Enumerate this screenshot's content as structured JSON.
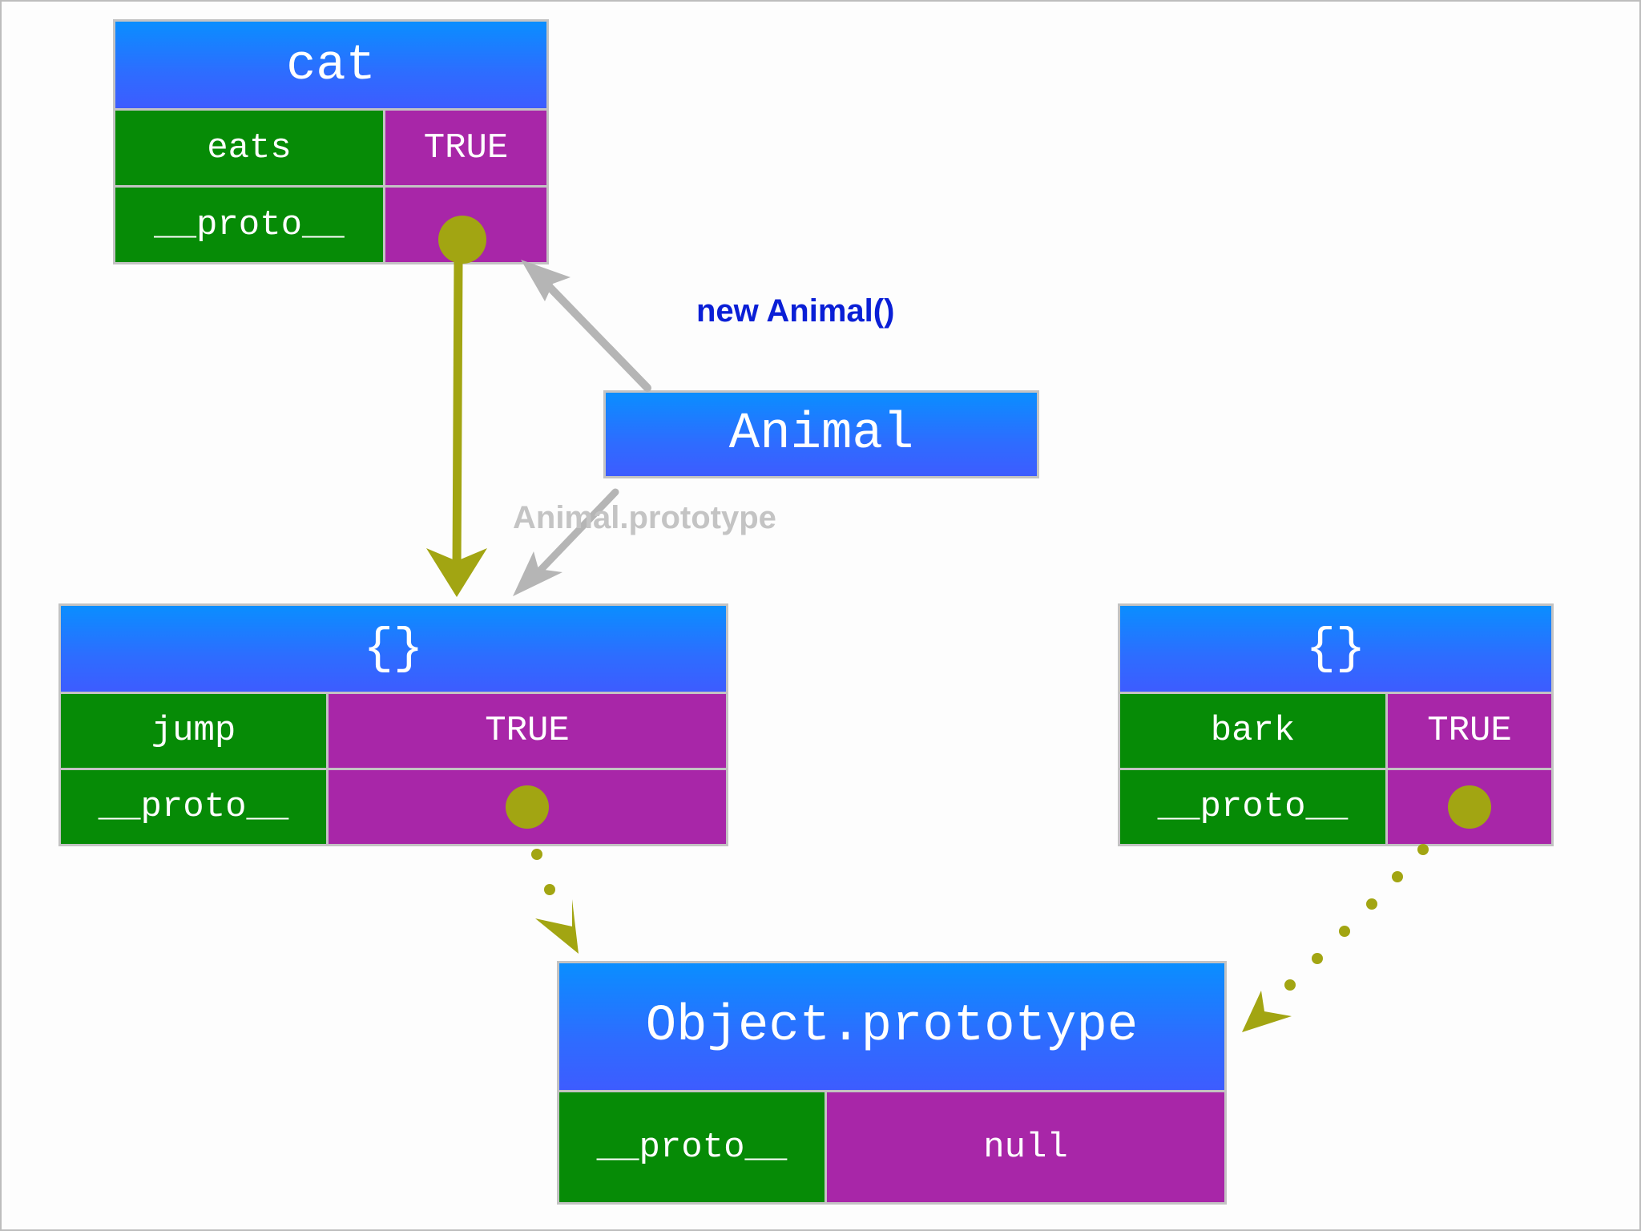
{
  "nodes": {
    "cat": {
      "title": "cat",
      "rows": [
        {
          "key": "eats",
          "value": "TRUE"
        },
        {
          "key": "__proto__",
          "value": ""
        }
      ]
    },
    "animal_proto": {
      "title": "{}",
      "rows": [
        {
          "key": "jump",
          "value": "TRUE"
        },
        {
          "key": "__proto__",
          "value": ""
        }
      ]
    },
    "dog_proto": {
      "title": "{}",
      "rows": [
        {
          "key": "bark",
          "value": "TRUE"
        },
        {
          "key": "__proto__",
          "value": ""
        }
      ]
    },
    "animal": {
      "title": "Animal"
    },
    "object_prototype": {
      "title": "Object.prototype",
      "rows": [
        {
          "key": "__proto__",
          "value": "null"
        }
      ]
    }
  },
  "labels": {
    "new_animal": "new Animal()",
    "animal_prototype": "Animal.prototype"
  },
  "colors": {
    "header": "#1a7dff",
    "key_cell": "#068b06",
    "value_cell": "#a826a8",
    "pointer": "#a2a512",
    "gray_arrow": "#b5b5b5",
    "new_label": "#0a1fd6",
    "prototype_label": "#c4c4c4"
  },
  "edges": [
    {
      "from": "cat.__proto__",
      "to": "animal_proto",
      "style": "solid"
    },
    {
      "from": "animal",
      "to": "cat",
      "label": "new Animal()",
      "style": "gray"
    },
    {
      "from": "animal",
      "to": "animal_proto",
      "label": "Animal.prototype",
      "style": "gray"
    },
    {
      "from": "animal_proto.__proto__",
      "to": "object_prototype",
      "style": "dotted"
    },
    {
      "from": "dog_proto.__proto__",
      "to": "object_prototype",
      "style": "dotted"
    }
  ]
}
